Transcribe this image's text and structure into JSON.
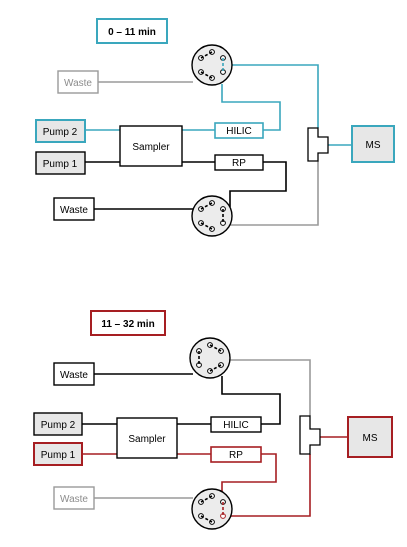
{
  "colors": {
    "teal": "#3aa7bd",
    "red": "#a61e22",
    "gray": "#9a9a9a",
    "black": "#000000",
    "box_fill": "#e7e7e7",
    "valve_fill": "#ececec"
  },
  "panel_top": {
    "time": "0 – 11 min",
    "waste_top": "Waste",
    "pump2": "Pump 2",
    "pump1": "Pump 1",
    "sampler": "Sampler",
    "hilic": "HILIC",
    "rp": "RP",
    "ms": "MS",
    "waste_bottom": "Waste"
  },
  "panel_bottom": {
    "time": "11 – 32 min",
    "waste_top": "Waste",
    "pump2": "Pump 2",
    "pump1": "Pump 1",
    "sampler": "Sampler",
    "hilic": "HILIC",
    "rp": "RP",
    "ms": "MS",
    "waste_bottom": "Waste"
  }
}
